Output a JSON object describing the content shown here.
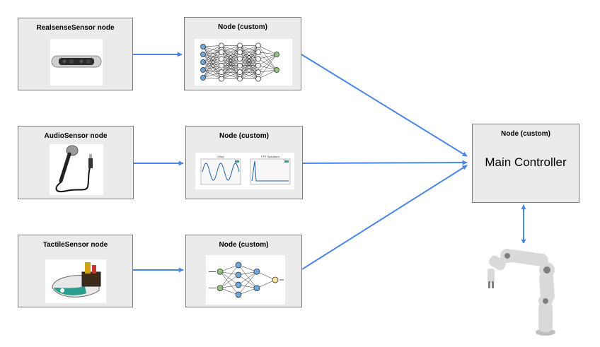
{
  "colors": {
    "arrow": "#4a86e8",
    "node_bg": "#ebebeb",
    "node_border": "#7f7f7f",
    "input_neuron": "#6fa8dc",
    "output_neuron": "#93c47d",
    "yellow_neuron": "#ffe599",
    "wave_line": "#1f5fa8",
    "robot_body": "#d9d9d9",
    "robot_joint": "#7f7f7f"
  },
  "nodes": {
    "realsense": {
      "title": "RealsenseSensor node",
      "image": "depth-camera-icon"
    },
    "audio": {
      "title": "AudioSensor node",
      "image": "microphone-icon"
    },
    "tactile": {
      "title": "TactileSensor node",
      "image": "tactile-sensor-icon"
    },
    "custom_vision": {
      "title": "Node (custom)",
      "image": "neural-network-icon"
    },
    "custom_audio": {
      "title": "Node (custom)",
      "image": "waveform-plots-icon",
      "plot_left_title": "Chirp",
      "plot_right_title": "FFT Spectrum"
    },
    "custom_tactile": {
      "title": "Node (custom)",
      "image": "small-neural-network-icon"
    },
    "main_controller": {
      "title": "Node (custom)",
      "label": "Main Controller"
    }
  },
  "robot": {
    "image": "robot-arm-icon"
  }
}
